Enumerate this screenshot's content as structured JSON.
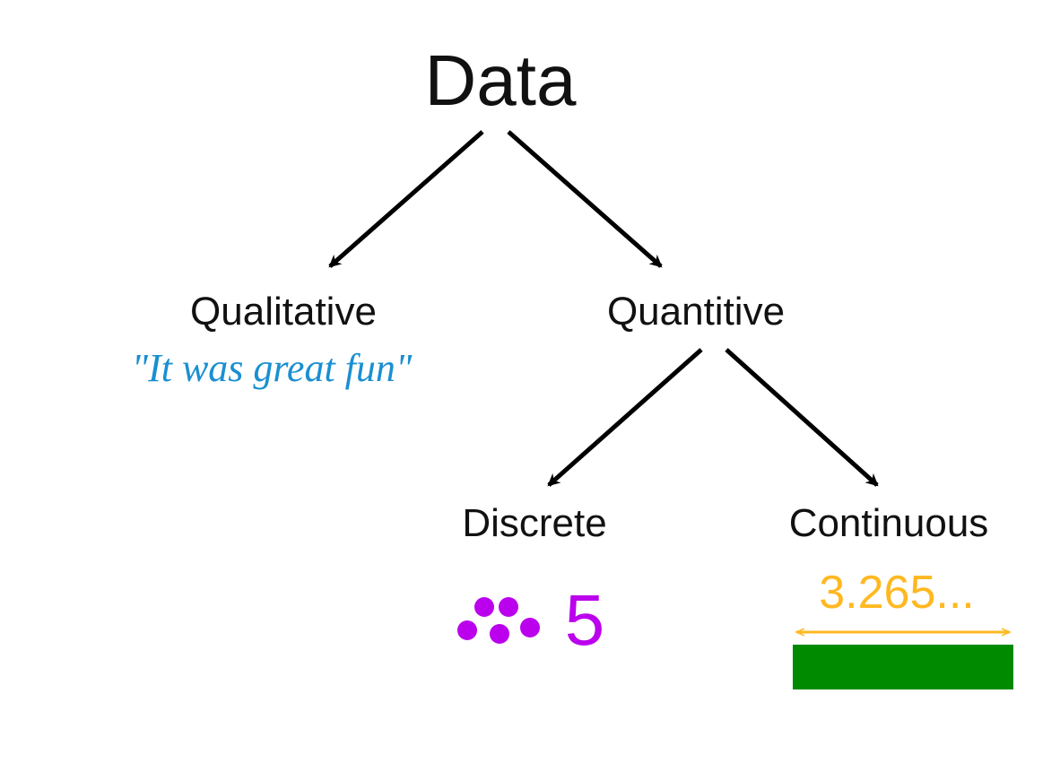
{
  "root": {
    "label": "Data"
  },
  "branches": {
    "qualitative": {
      "label": "Qualitative",
      "example": "\"It was great fun\"",
      "example_color": "#1a8fd1"
    },
    "quantitive": {
      "label": "Quantitive",
      "children": {
        "discrete": {
          "label": "Discrete",
          "example_number": "5",
          "dot_count": 5,
          "example_color": "#bb00ee"
        },
        "continuous": {
          "label": "Continuous",
          "example_value": "3.265...",
          "example_color": "#ffb820",
          "bar_color": "#008a00"
        }
      }
    }
  },
  "colors": {
    "arrows": "#000000",
    "text": "#111111",
    "background": "#ffffff"
  }
}
